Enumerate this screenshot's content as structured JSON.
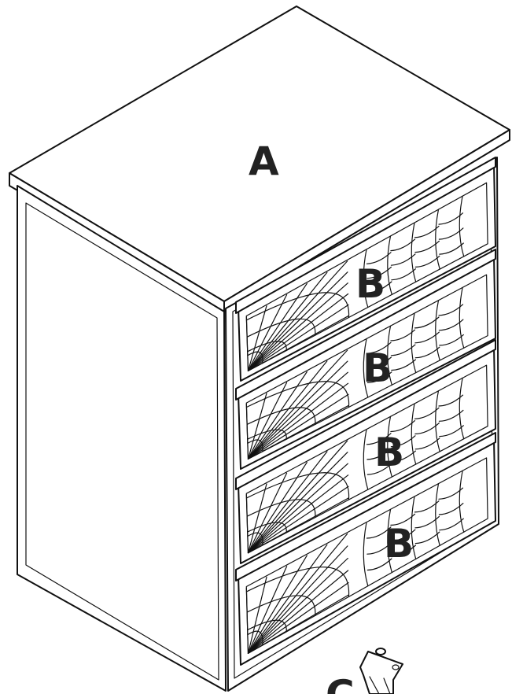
{
  "diagram": {
    "labels": {
      "top_panel": "A",
      "drawers": [
        "B",
        "B",
        "B",
        "B"
      ],
      "leg": "C"
    },
    "colors": {
      "line": "#111111",
      "label": "#222222",
      "background": "#ffffff"
    }
  }
}
